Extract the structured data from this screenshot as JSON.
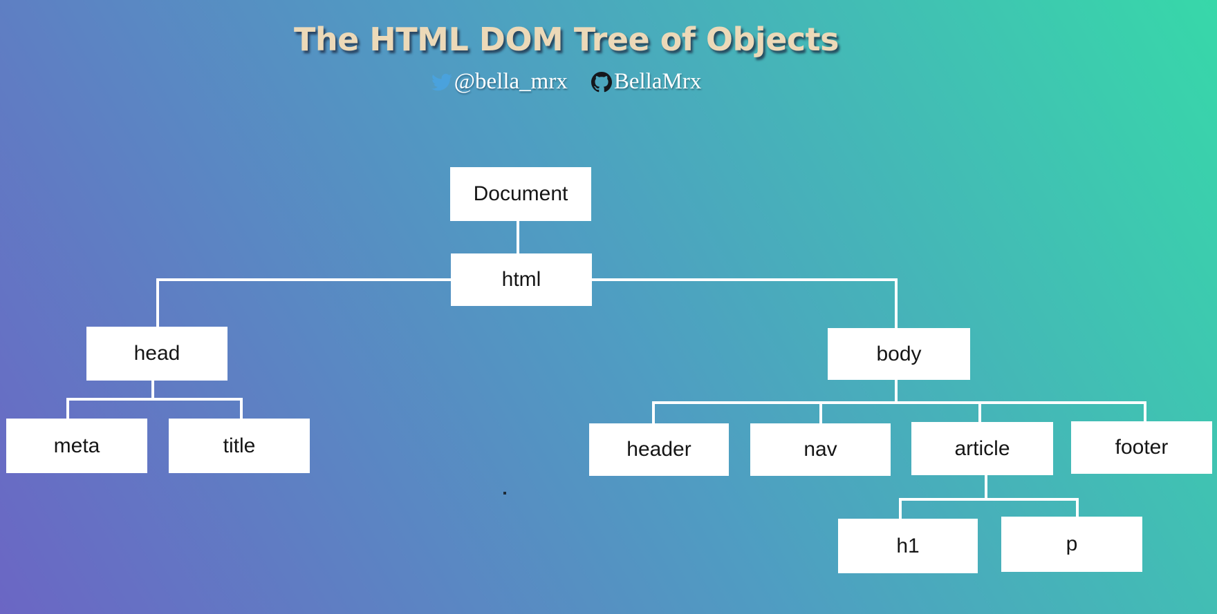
{
  "title": "The HTML DOM Tree of Objects",
  "social": {
    "twitter": {
      "icon": "twitter-bird-icon",
      "handle": "@bella_mrx"
    },
    "github": {
      "icon": "github-octocat-icon",
      "handle": "BellaMrx"
    }
  },
  "tree": {
    "nodes": [
      {
        "id": "document",
        "label": "Document",
        "parent": null
      },
      {
        "id": "html",
        "label": "html",
        "parent": "document"
      },
      {
        "id": "head",
        "label": "head",
        "parent": "html"
      },
      {
        "id": "meta",
        "label": "meta",
        "parent": "head"
      },
      {
        "id": "title",
        "label": "title",
        "parent": "head"
      },
      {
        "id": "body",
        "label": "body",
        "parent": "html"
      },
      {
        "id": "header",
        "label": "header",
        "parent": "body"
      },
      {
        "id": "nav",
        "label": "nav",
        "parent": "body"
      },
      {
        "id": "article",
        "label": "article",
        "parent": "body"
      },
      {
        "id": "footer",
        "label": "footer",
        "parent": "body"
      },
      {
        "id": "h1",
        "label": "h1",
        "parent": "article"
      },
      {
        "id": "p",
        "label": "p",
        "parent": "article"
      }
    ]
  },
  "colors": {
    "background_gradient_start": "#6b66c4",
    "background_gradient_mid": "#4f9dc2",
    "background_gradient_end": "#37d8a9",
    "title_text": "#ecd9b8",
    "title_shadow": "#1c2a42",
    "node_background": "#ffffff",
    "node_text": "#151515",
    "connector": "#ffffff",
    "social_text": "#ffffff",
    "twitter_blue": "#4aa2dd",
    "github_black": "#15171c"
  }
}
